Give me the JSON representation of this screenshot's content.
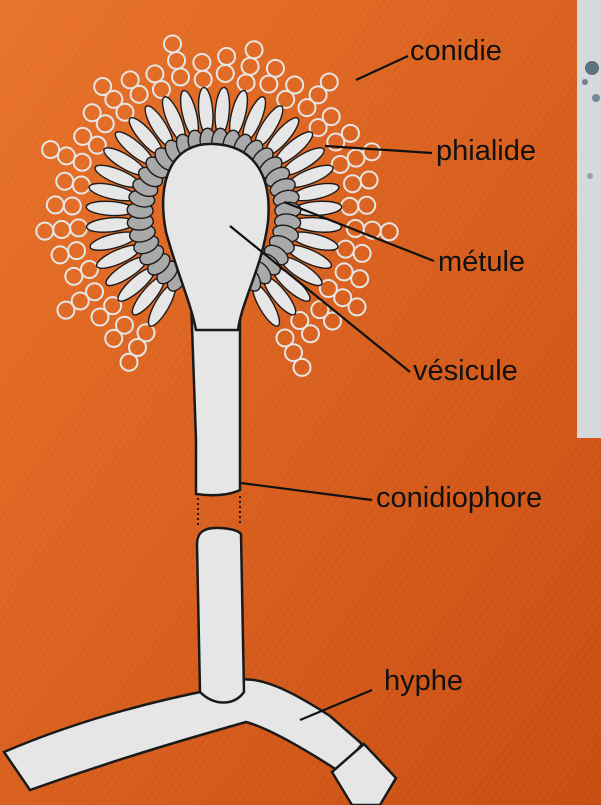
{
  "labels": {
    "conidia": "conidie",
    "phialide": "phialide",
    "metule": "métule",
    "vesicle": "vésicule",
    "conidiophore": "conidiophore",
    "hypha": "hyphe"
  },
  "colors": {
    "background": "#d9591a",
    "structure_fill": "#e6e6e6",
    "metule_fill": "#a9a9a9",
    "outline": "#1a1a1a",
    "inset_panel": "#d6d9dc"
  }
}
